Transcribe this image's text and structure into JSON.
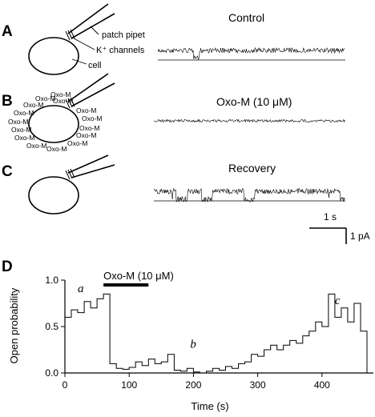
{
  "panels": {
    "A": {
      "letter": "A",
      "title": "Control",
      "label_pipet": "patch pipet",
      "label_channels": "K⁺ channels",
      "label_cell": "cell"
    },
    "B": {
      "letter": "B",
      "title": "Oxo-M (10 μM)",
      "agonist_label": "Oxo-M"
    },
    "C": {
      "letter": "C",
      "title": "Recovery"
    },
    "D": {
      "letter": "D"
    }
  },
  "scalebar": {
    "time_label": "1 s",
    "current_label": "1 pA"
  },
  "chart_data": {
    "type": "line",
    "title": "",
    "xlabel": "Time (s)",
    "ylabel": "Open probability",
    "xlim": [
      0,
      480
    ],
    "ylim": [
      0,
      1.0
    ],
    "xticks": [
      0,
      100,
      200,
      300,
      400
    ],
    "yticks": [
      0.0,
      0.5,
      1.0
    ],
    "ytick_labels": [
      "0.0",
      "0.5",
      "1.0"
    ],
    "style": "step",
    "bin_edges_s": [
      0,
      10,
      20,
      30,
      40,
      50,
      60,
      70,
      80,
      90,
      100,
      110,
      120,
      130,
      140,
      150,
      160,
      170,
      180,
      190,
      200,
      210,
      220,
      230,
      240,
      250,
      260,
      270,
      280,
      290,
      300,
      310,
      320,
      330,
      340,
      350,
      360,
      370,
      380,
      390,
      400,
      410,
      420,
      430,
      440,
      450,
      460,
      470
    ],
    "open_probability": [
      0.6,
      0.68,
      0.65,
      0.77,
      0.7,
      0.8,
      0.85,
      0.1,
      0.05,
      0.04,
      0.06,
      0.12,
      0.08,
      0.15,
      0.1,
      0.12,
      0.2,
      0.03,
      0.02,
      0.05,
      0.01,
      0.0,
      0.02,
      0.05,
      0.03,
      0.07,
      0.05,
      0.1,
      0.12,
      0.2,
      0.18,
      0.25,
      0.3,
      0.25,
      0.3,
      0.35,
      0.32,
      0.4,
      0.45,
      0.55,
      0.5,
      0.85,
      0.6,
      0.7,
      0.55,
      0.75,
      0.45
    ],
    "treatment_bar": {
      "label": "Oxo-M (10 μM)",
      "start_s": 60,
      "end_s": 130
    },
    "annotations": [
      {
        "text": "a",
        "x": 20,
        "y": 0.87
      },
      {
        "text": "b",
        "x": 195,
        "y": 0.27
      },
      {
        "text": "c",
        "x": 420,
        "y": 0.74
      }
    ]
  }
}
